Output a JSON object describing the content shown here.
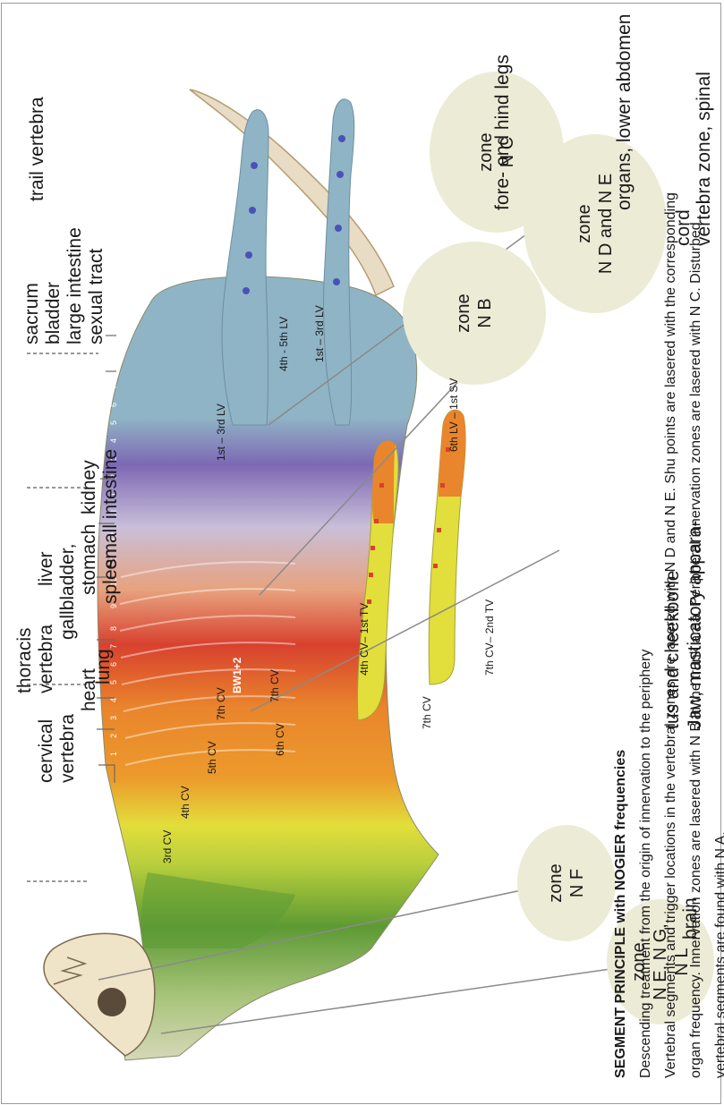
{
  "zones": {
    "brain_zone": {
      "line1": "zone",
      "line2": "N E, N G,",
      "line3": "N L"
    },
    "jaw_zone": {
      "line1": "zone",
      "line2": "N F"
    },
    "vertebra_zone": {
      "line1": "zone",
      "line2": "N D and N E"
    },
    "organs_zone": {
      "line1": "zone",
      "line2": "N B"
    },
    "legs_zone": {
      "line1": "zone",
      "line2": "N C"
    }
  },
  "labels": {
    "brain": "brain",
    "jaw_line1": "Jaw, masticatory appara-",
    "jaw_line2": "tus and cheekbone",
    "vertebra_zone_line1": "vertebra zone, spinal",
    "vertebra_zone_line2": "cord",
    "organs": "organs, lower abdomen",
    "legs": "fore- and hind legs",
    "cervical_line1": "cervical",
    "cervical_line2": "vertebra",
    "heart": "heart",
    "thoracis_line1": "thoracis",
    "thoracis_line2": "vertebra",
    "lung": "lung",
    "gallbladder": "gallbladder,",
    "liver": "liver",
    "stomach": "stomach",
    "spleen": "spleen",
    "small_intestine": "small intestine",
    "kidney": "kidney",
    "sacrum": "sacrum",
    "bladder": "bladder",
    "large_intestine": "large intestine",
    "sexual_tract": "sexual tract",
    "trail_vertebra": "trail vertebra"
  },
  "body_labels": {
    "cv3": "3rd CV",
    "cv4": "4th CV",
    "cv5": "5th CV",
    "cv6": "6th CV",
    "cv7a": "7th CV",
    "cv7b": "7th CV",
    "cv4_tv1": "4th CV– 1st TV",
    "cv7_tv2": "7th CV– 2nd TV",
    "lv1_3a": "1st – 3rd LV",
    "lv4_5": "4th - 5th LV",
    "lv1_3b": "1st – 3rd LV",
    "lv6_sv1": "6th LV – 1st SV",
    "cv7c": "7th CV",
    "bw": "BW1+2"
  },
  "caption": {
    "title": "SEGMENT PRINCIPLE with NOGIER frequencies",
    "line1": "Descending treatment from the origin of innervation to the periphery",
    "line2": "Vertebral segments and trigger locations in the vertebral zones are lasered with N D and N E. Shu points are lasered with the corresponding",
    "line3": "organ frequency. Innervation zones are lasered with N B in the trunk area. Peripheral innervation zones are lasered with N C. Disturbed",
    "line4": "vertebral segments are found with N A."
  },
  "colors": {
    "zone_circle": "#ececd6",
    "green": "#5d9a34",
    "yellow": "#d9dc3a",
    "orange": "#e9852c",
    "red": "#d8412e",
    "salmon": "#e7a27e",
    "lavender": "#a4a0c8",
    "purple": "#7d68b4",
    "blue_gray": "#8fb4c5"
  }
}
